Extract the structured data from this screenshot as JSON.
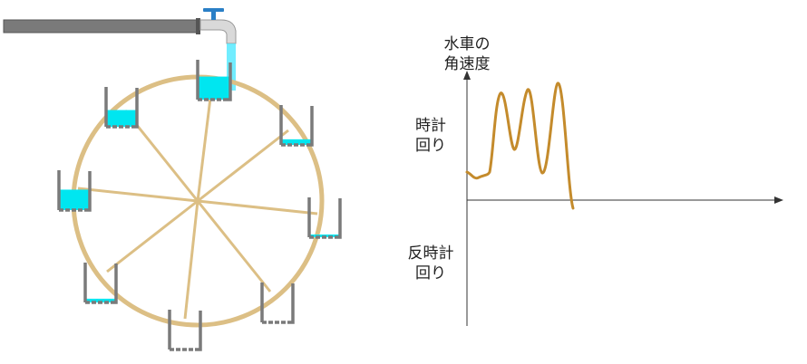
{
  "graph": {
    "y_axis_label_line1": "水車の",
    "y_axis_label_line2": "角速度",
    "upper_label_line1": "時計",
    "upper_label_line2": "回り",
    "lower_label_line1": "反時計",
    "lower_label_line2": "回り"
  },
  "colors": {
    "wheel": "#dcbf85",
    "pipe": "#7a7a7a",
    "water": "#00e6f0",
    "curve": "#c48b2c",
    "axis": "#333333"
  },
  "wheel": {
    "buckets": [
      {
        "name": "top",
        "fill": 0.62
      },
      {
        "name": "upper-right",
        "fill": 0.15
      },
      {
        "name": "right",
        "fill": 0.05
      },
      {
        "name": "lower-right",
        "fill": 0.0
      },
      {
        "name": "bottom",
        "fill": 0.0
      },
      {
        "name": "lower-left",
        "fill": 0.1
      },
      {
        "name": "left",
        "fill": 0.55
      },
      {
        "name": "upper-left",
        "fill": 0.45
      }
    ]
  }
}
